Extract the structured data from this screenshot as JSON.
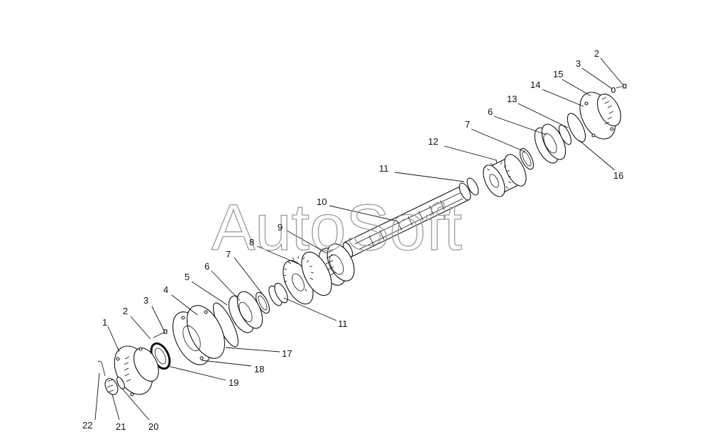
{
  "watermark": "AutoSoft",
  "callouts": [
    {
      "id": "c2-top",
      "text": "2"
    },
    {
      "id": "c3-top",
      "text": "3"
    },
    {
      "id": "c15",
      "text": "15"
    },
    {
      "id": "c14",
      "text": "14"
    },
    {
      "id": "c13",
      "text": "13"
    },
    {
      "id": "c6-top",
      "text": "6"
    },
    {
      "id": "c7-top",
      "text": "7"
    },
    {
      "id": "c12",
      "text": "12"
    },
    {
      "id": "c16",
      "text": "16"
    },
    {
      "id": "c11-top",
      "text": "11"
    },
    {
      "id": "c10",
      "text": "10"
    },
    {
      "id": "c9",
      "text": "9"
    },
    {
      "id": "c8",
      "text": "8"
    },
    {
      "id": "c7-bot",
      "text": "7"
    },
    {
      "id": "c6-bot",
      "text": "6"
    },
    {
      "id": "c5",
      "text": "5"
    },
    {
      "id": "c4",
      "text": "4"
    },
    {
      "id": "c3-bot",
      "text": "3"
    },
    {
      "id": "c2-bot",
      "text": "2"
    },
    {
      "id": "c1",
      "text": "1"
    },
    {
      "id": "c11-bot",
      "text": "11"
    },
    {
      "id": "c17",
      "text": "17"
    },
    {
      "id": "c18",
      "text": "18"
    },
    {
      "id": "c19",
      "text": "19"
    },
    {
      "id": "c22",
      "text": "22"
    },
    {
      "id": "c21",
      "text": "21"
    },
    {
      "id": "c20",
      "text": "20"
    }
  ]
}
